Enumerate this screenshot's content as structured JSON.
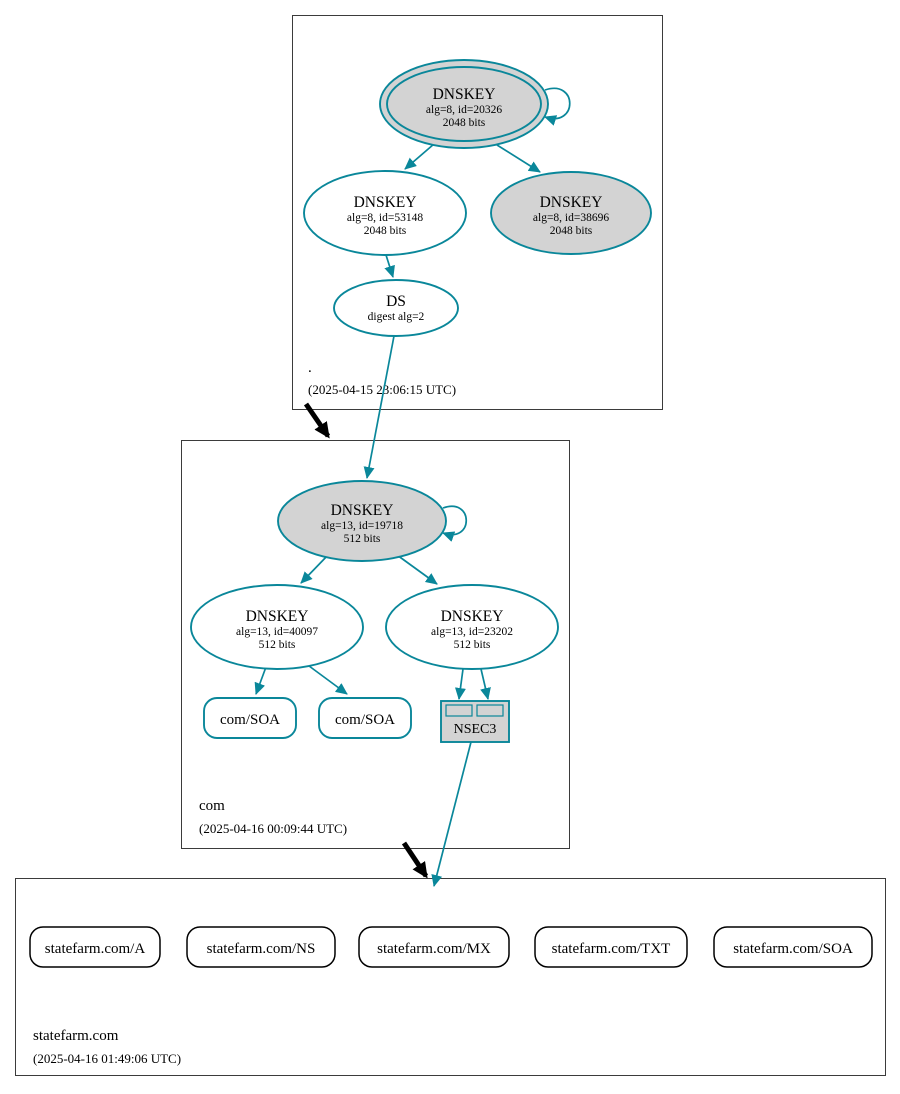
{
  "diagram": {
    "type": "dnssec-authentication-chain",
    "zones": {
      "root": {
        "name": ".",
        "timestamp": "(2025-04-15 23:06:15 UTC)"
      },
      "com": {
        "name": "com",
        "timestamp": "(2025-04-16 00:09:44 UTC)"
      },
      "statefarm": {
        "name": "statefarm.com",
        "timestamp": "(2025-04-16 01:49:06 UTC)"
      }
    },
    "nodes": {
      "root_ksk_20326": {
        "title": "DNSKEY",
        "detail": "alg=8, id=20326",
        "size": "2048 bits"
      },
      "root_zsk_53148": {
        "title": "DNSKEY",
        "detail": "alg=8, id=53148",
        "size": "2048 bits"
      },
      "root_key_38696": {
        "title": "DNSKEY",
        "detail": "alg=8, id=38696",
        "size": "2048 bits"
      },
      "root_ds": {
        "title": "DS",
        "detail": "digest alg=2"
      },
      "com_ksk_19718": {
        "title": "DNSKEY",
        "detail": "alg=13, id=19718",
        "size": "512 bits"
      },
      "com_zsk_40097": {
        "title": "DNSKEY",
        "detail": "alg=13, id=40097",
        "size": "512 bits"
      },
      "com_zsk_23202": {
        "title": "DNSKEY",
        "detail": "alg=13, id=23202",
        "size": "512 bits"
      },
      "com_soa_left": {
        "label": "com/SOA"
      },
      "com_soa_right": {
        "label": "com/SOA"
      },
      "com_nsec3": {
        "label": "NSEC3"
      },
      "sf_a": {
        "label": "statefarm.com/A"
      },
      "sf_ns": {
        "label": "statefarm.com/NS"
      },
      "sf_mx": {
        "label": "statefarm.com/MX"
      },
      "sf_txt": {
        "label": "statefarm.com/TXT"
      },
      "sf_soa": {
        "label": "statefarm.com/SOA"
      }
    },
    "edges": [
      {
        "from": "root_ksk_20326",
        "to": "root_ksk_20326",
        "style": "self-sign"
      },
      {
        "from": "root_ksk_20326",
        "to": "root_zsk_53148",
        "style": "secure"
      },
      {
        "from": "root_ksk_20326",
        "to": "root_key_38696",
        "style": "secure"
      },
      {
        "from": "root_zsk_53148",
        "to": "root_ds",
        "style": "secure"
      },
      {
        "from": "root_ds",
        "to": "com_ksk_19718",
        "style": "secure"
      },
      {
        "from": "root",
        "to": "com",
        "style": "delegation"
      },
      {
        "from": "com_ksk_19718",
        "to": "com_ksk_19718",
        "style": "self-sign"
      },
      {
        "from": "com_ksk_19718",
        "to": "com_zsk_40097",
        "style": "secure"
      },
      {
        "from": "com_ksk_19718",
        "to": "com_zsk_23202",
        "style": "secure"
      },
      {
        "from": "com_zsk_40097",
        "to": "com_soa_left",
        "style": "secure"
      },
      {
        "from": "com_zsk_40097",
        "to": "com_soa_right",
        "style": "secure"
      },
      {
        "from": "com_zsk_23202",
        "to": "com_nsec3",
        "style": "secure"
      },
      {
        "from": "com_nsec3",
        "to": "statefarm.com",
        "style": "secure"
      },
      {
        "from": "com",
        "to": "statefarm.com",
        "style": "delegation"
      }
    ],
    "colors": {
      "secure_edge": "#0a879a",
      "key_fill": "#d3d3d3",
      "delegation_arrow": "#000000",
      "zone_border": "#3b3b3b"
    }
  }
}
